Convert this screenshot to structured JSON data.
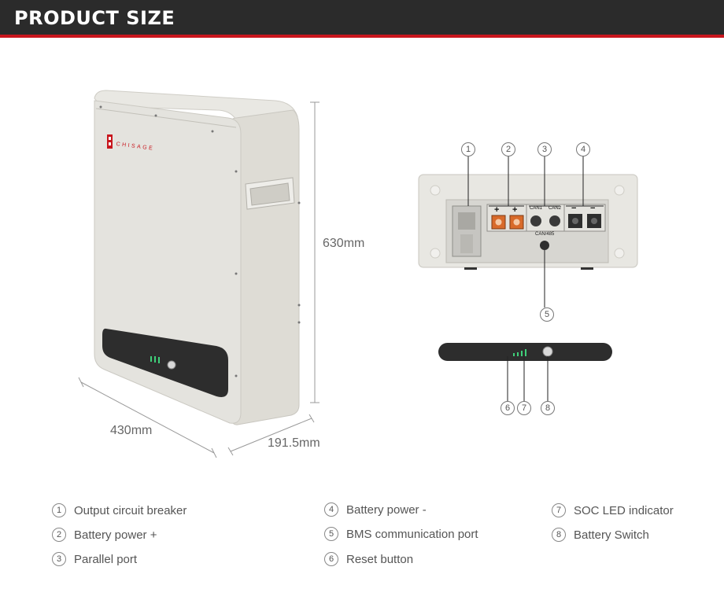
{
  "header": {
    "title": "PRODUCT SIZE"
  },
  "brand": {
    "logo_text": "CHISAGE"
  },
  "dimensions": {
    "height": "630mm",
    "width": "430mm",
    "depth": "191.5mm"
  },
  "panel": {
    "plus_1": "+",
    "plus_2": "+",
    "can1": "CAN1",
    "can2": "CAN2",
    "minus_1": "−",
    "minus_2": "−",
    "can485": "CAN/485"
  },
  "callouts": [
    "1",
    "2",
    "3",
    "4",
    "5",
    "6",
    "7",
    "8"
  ],
  "legend": [
    {
      "num": "1",
      "label": "Output circuit breaker"
    },
    {
      "num": "2",
      "label": "Battery power +"
    },
    {
      "num": "3",
      "label": "Parallel port"
    },
    {
      "num": "4",
      "label": "Battery power -"
    },
    {
      "num": "5",
      "label": "BMS communication port"
    },
    {
      "num": "6",
      "label": "Reset button"
    },
    {
      "num": "7",
      "label": "SOC LED indicator"
    },
    {
      "num": "8",
      "label": "Battery Switch"
    }
  ],
  "colors": {
    "header_bg": "#2b2b2b",
    "accent": "#c8161d",
    "led": "#3fd07a",
    "terminal_orange": "#d86a2a"
  }
}
